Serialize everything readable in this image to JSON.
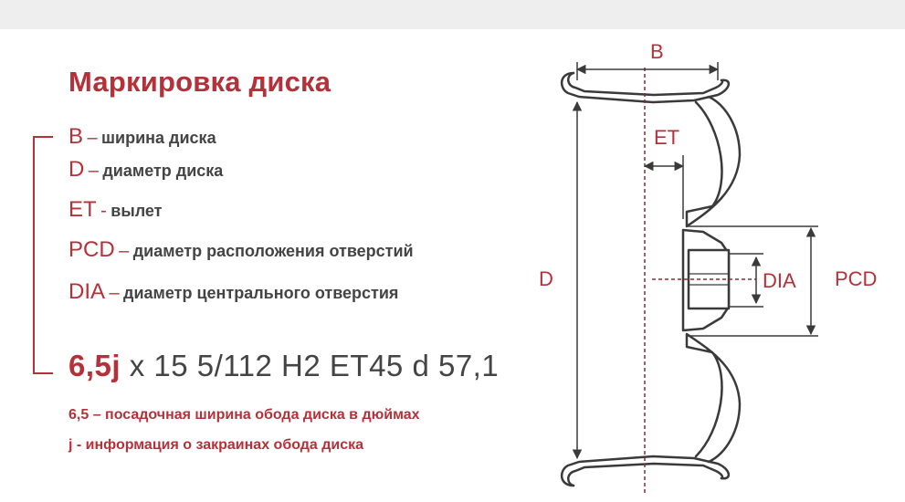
{
  "title": "Маркировка диска",
  "legend": [
    {
      "term": "B",
      "sep": "–",
      "desc": "ширина диска"
    },
    {
      "term": "D",
      "sep": "–",
      "desc": "диаметр диска"
    },
    {
      "term": "ET",
      "sep": "-",
      "desc": "вылет"
    },
    {
      "term": "PCD",
      "sep": "–",
      "desc": "диаметр расположения отверстий"
    },
    {
      "term": "DIA",
      "sep": "–",
      "desc": "диаметр центрального отверстия"
    }
  ],
  "code": {
    "red": "6,5j",
    "rest": " x 15 5/112 H2 ET45 d 57,1"
  },
  "notes": [
    "6,5 – посадочная ширина обода диска в дюймах",
    "j - информация о закраинах обода диска"
  ],
  "diagram_labels": {
    "B": "B",
    "ET": "ET",
    "D": "D",
    "DIA": "DIA",
    "PCD": "PCD"
  },
  "colors": {
    "accent": "#b5313a",
    "text": "#444444",
    "line": "#3a3a3a",
    "topbar": "#eeeeee"
  }
}
